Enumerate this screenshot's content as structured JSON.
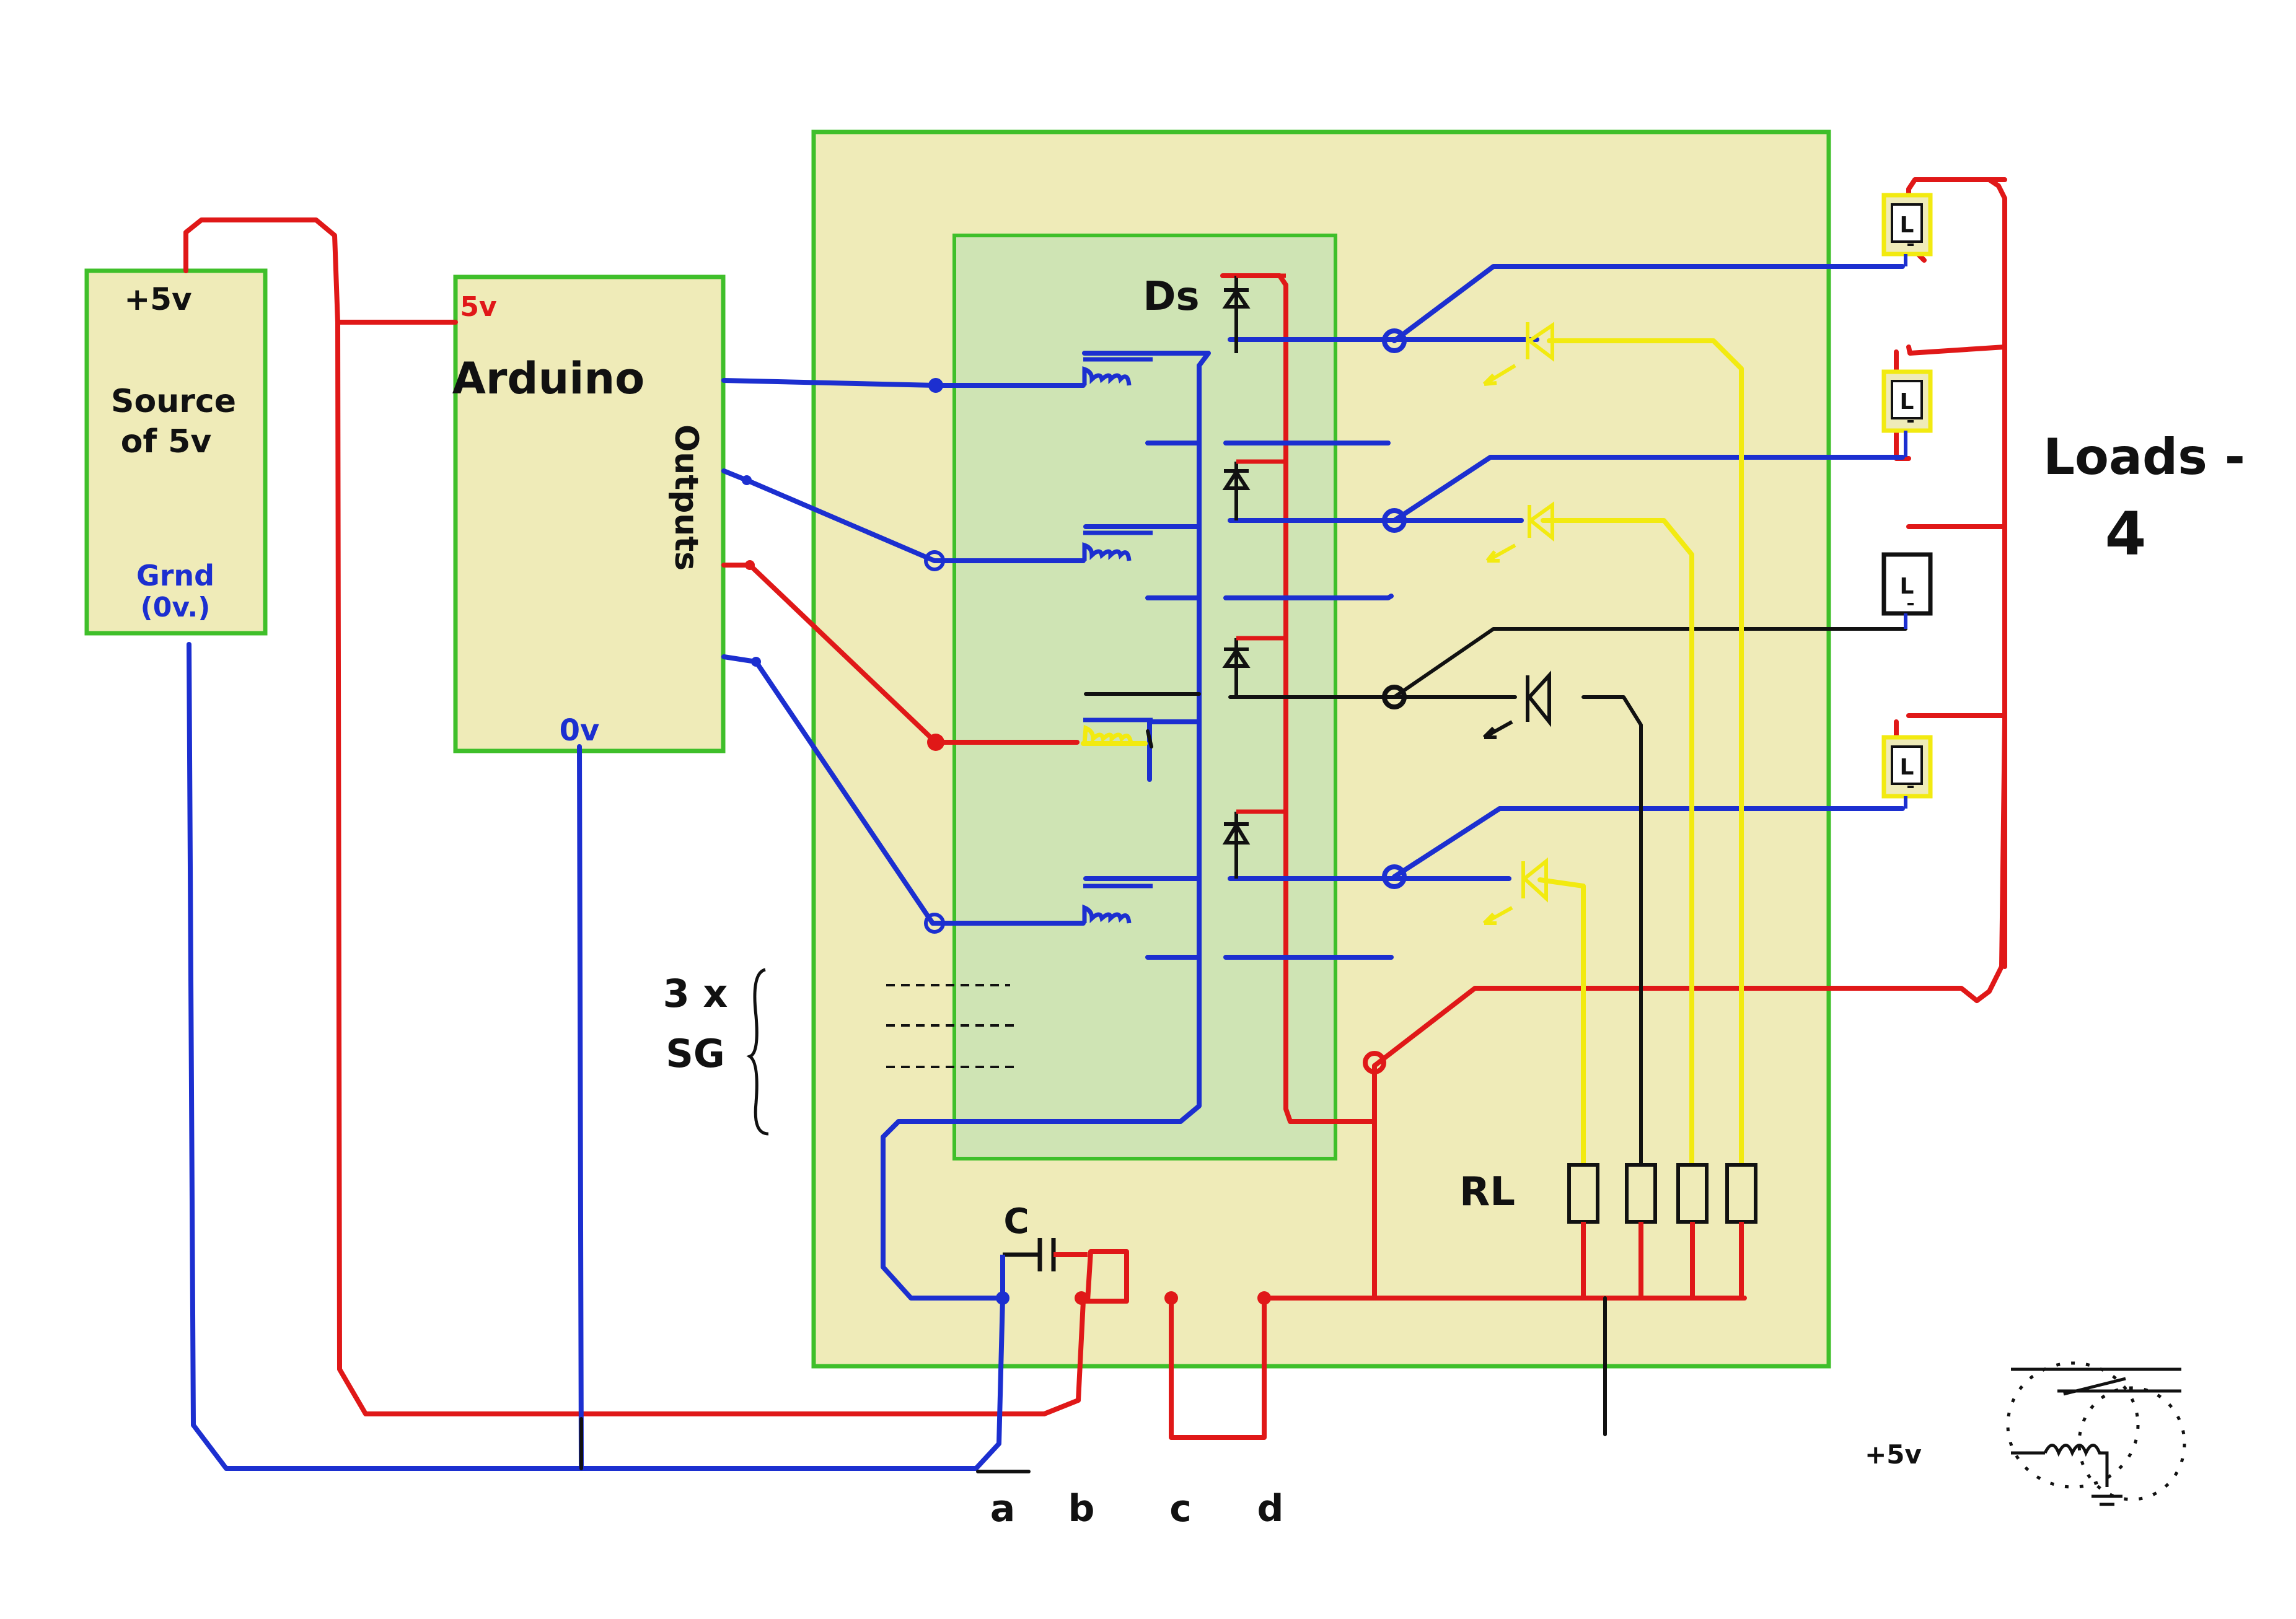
{
  "labels": {
    "source_plus": "+5v",
    "source_title_1": "Source",
    "source_title_2": "of 5v",
    "source_gnd_1": "Grnd",
    "source_gnd_2": "(0v.)",
    "arduino_5v": "5v",
    "arduino_title": "Arduino",
    "arduino_outputs": "Outputs",
    "arduino_0v": "0v",
    "diode_ds": "Ds",
    "resistor_rl": "RL",
    "capacitor_c": "C",
    "sg_count": "3 x",
    "sg_label": "SG",
    "loads_title": "Loads -",
    "loads_count": "4",
    "load_symbol": "L",
    "terminal_a": "a",
    "terminal_b": "b",
    "terminal_c": "c",
    "terminal_d": "d",
    "inset_supply": "+5v"
  },
  "colors": {
    "board_fill": "#efebb8",
    "inner_fill": "#cfe4b4",
    "outline_green": "#3fbf2a",
    "wire_red": "#e01818",
    "wire_blue": "#1c2fd0",
    "wire_black": "#111111",
    "wire_yellow": "#f2ea10"
  }
}
